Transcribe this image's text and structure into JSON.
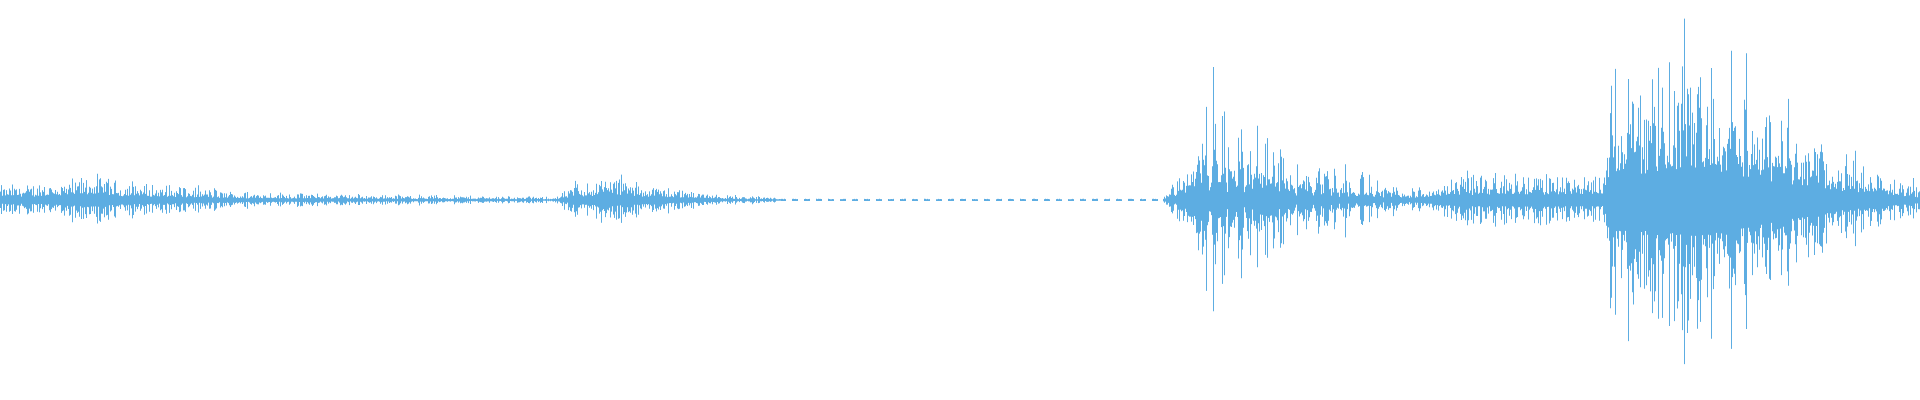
{
  "waveform": {
    "color": "#5dade2",
    "amplitude_range": [
      -1,
      1
    ],
    "envelope": [
      {
        "t": 0.0,
        "amp": 0.07
      },
      {
        "t": 0.04,
        "amp": 0.09
      },
      {
        "t": 0.047,
        "amp": 0.13
      },
      {
        "t": 0.06,
        "amp": 0.09
      },
      {
        "t": 0.12,
        "amp": 0.04
      },
      {
        "t": 0.2,
        "amp": 0.025
      },
      {
        "t": 0.29,
        "amp": 0.015
      },
      {
        "t": 0.3,
        "amp": 0.08
      },
      {
        "t": 0.318,
        "amp": 0.12
      },
      {
        "t": 0.34,
        "amp": 0.07
      },
      {
        "t": 0.38,
        "amp": 0.02
      },
      {
        "t": 0.42,
        "amp": 0.008
      },
      {
        "t": 0.605,
        "amp": 0.005
      },
      {
        "t": 0.61,
        "amp": 0.08
      },
      {
        "t": 0.626,
        "amp": 0.48
      },
      {
        "t": 0.64,
        "amp": 0.4
      },
      {
        "t": 0.66,
        "amp": 0.32
      },
      {
        "t": 0.69,
        "amp": 0.2
      },
      {
        "t": 0.72,
        "amp": 0.1
      },
      {
        "t": 0.74,
        "amp": 0.06
      },
      {
        "t": 0.76,
        "amp": 0.12
      },
      {
        "t": 0.8,
        "amp": 0.13
      },
      {
        "t": 0.835,
        "amp": 0.12
      },
      {
        "t": 0.838,
        "amp": 0.62
      },
      {
        "t": 0.86,
        "amp": 0.6
      },
      {
        "t": 0.882,
        "amp": 0.72
      },
      {
        "t": 0.9,
        "amp": 0.62
      },
      {
        "t": 0.93,
        "amp": 0.4
      },
      {
        "t": 0.96,
        "amp": 0.2
      },
      {
        "t": 1.0,
        "amp": 0.06
      }
    ],
    "burst_rate": 0.0045
  }
}
